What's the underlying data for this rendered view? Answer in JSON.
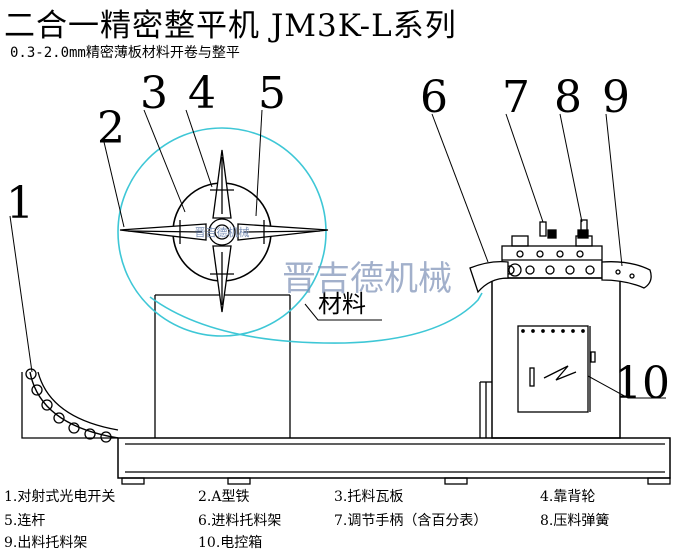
{
  "title": "二合一精密整平机 JM3K-L系列",
  "subtitle": "0.3-2.0mm精密薄板材料开卷与整平",
  "callouts": [
    "1",
    "2",
    "3",
    "4",
    "5",
    "6",
    "7",
    "8",
    "9",
    "10"
  ],
  "material_label": "材料",
  "watermark": "晋吉德机械",
  "hub_stamp": "晋吉德机械",
  "legend": [
    "1.对射式光电开关",
    "2.A型铁",
    "3.托料瓦板",
    "4.靠背轮",
    "5.连杆",
    "6.进料托料架",
    "7.调节手柄（含百分表）",
    "8.压料弹簧",
    "9.出料托料架",
    "10.电控箱"
  ],
  "colors": {
    "line": "#000000",
    "coil_outline": "#3ec7d6",
    "watermark": "#7a8fb5"
  }
}
